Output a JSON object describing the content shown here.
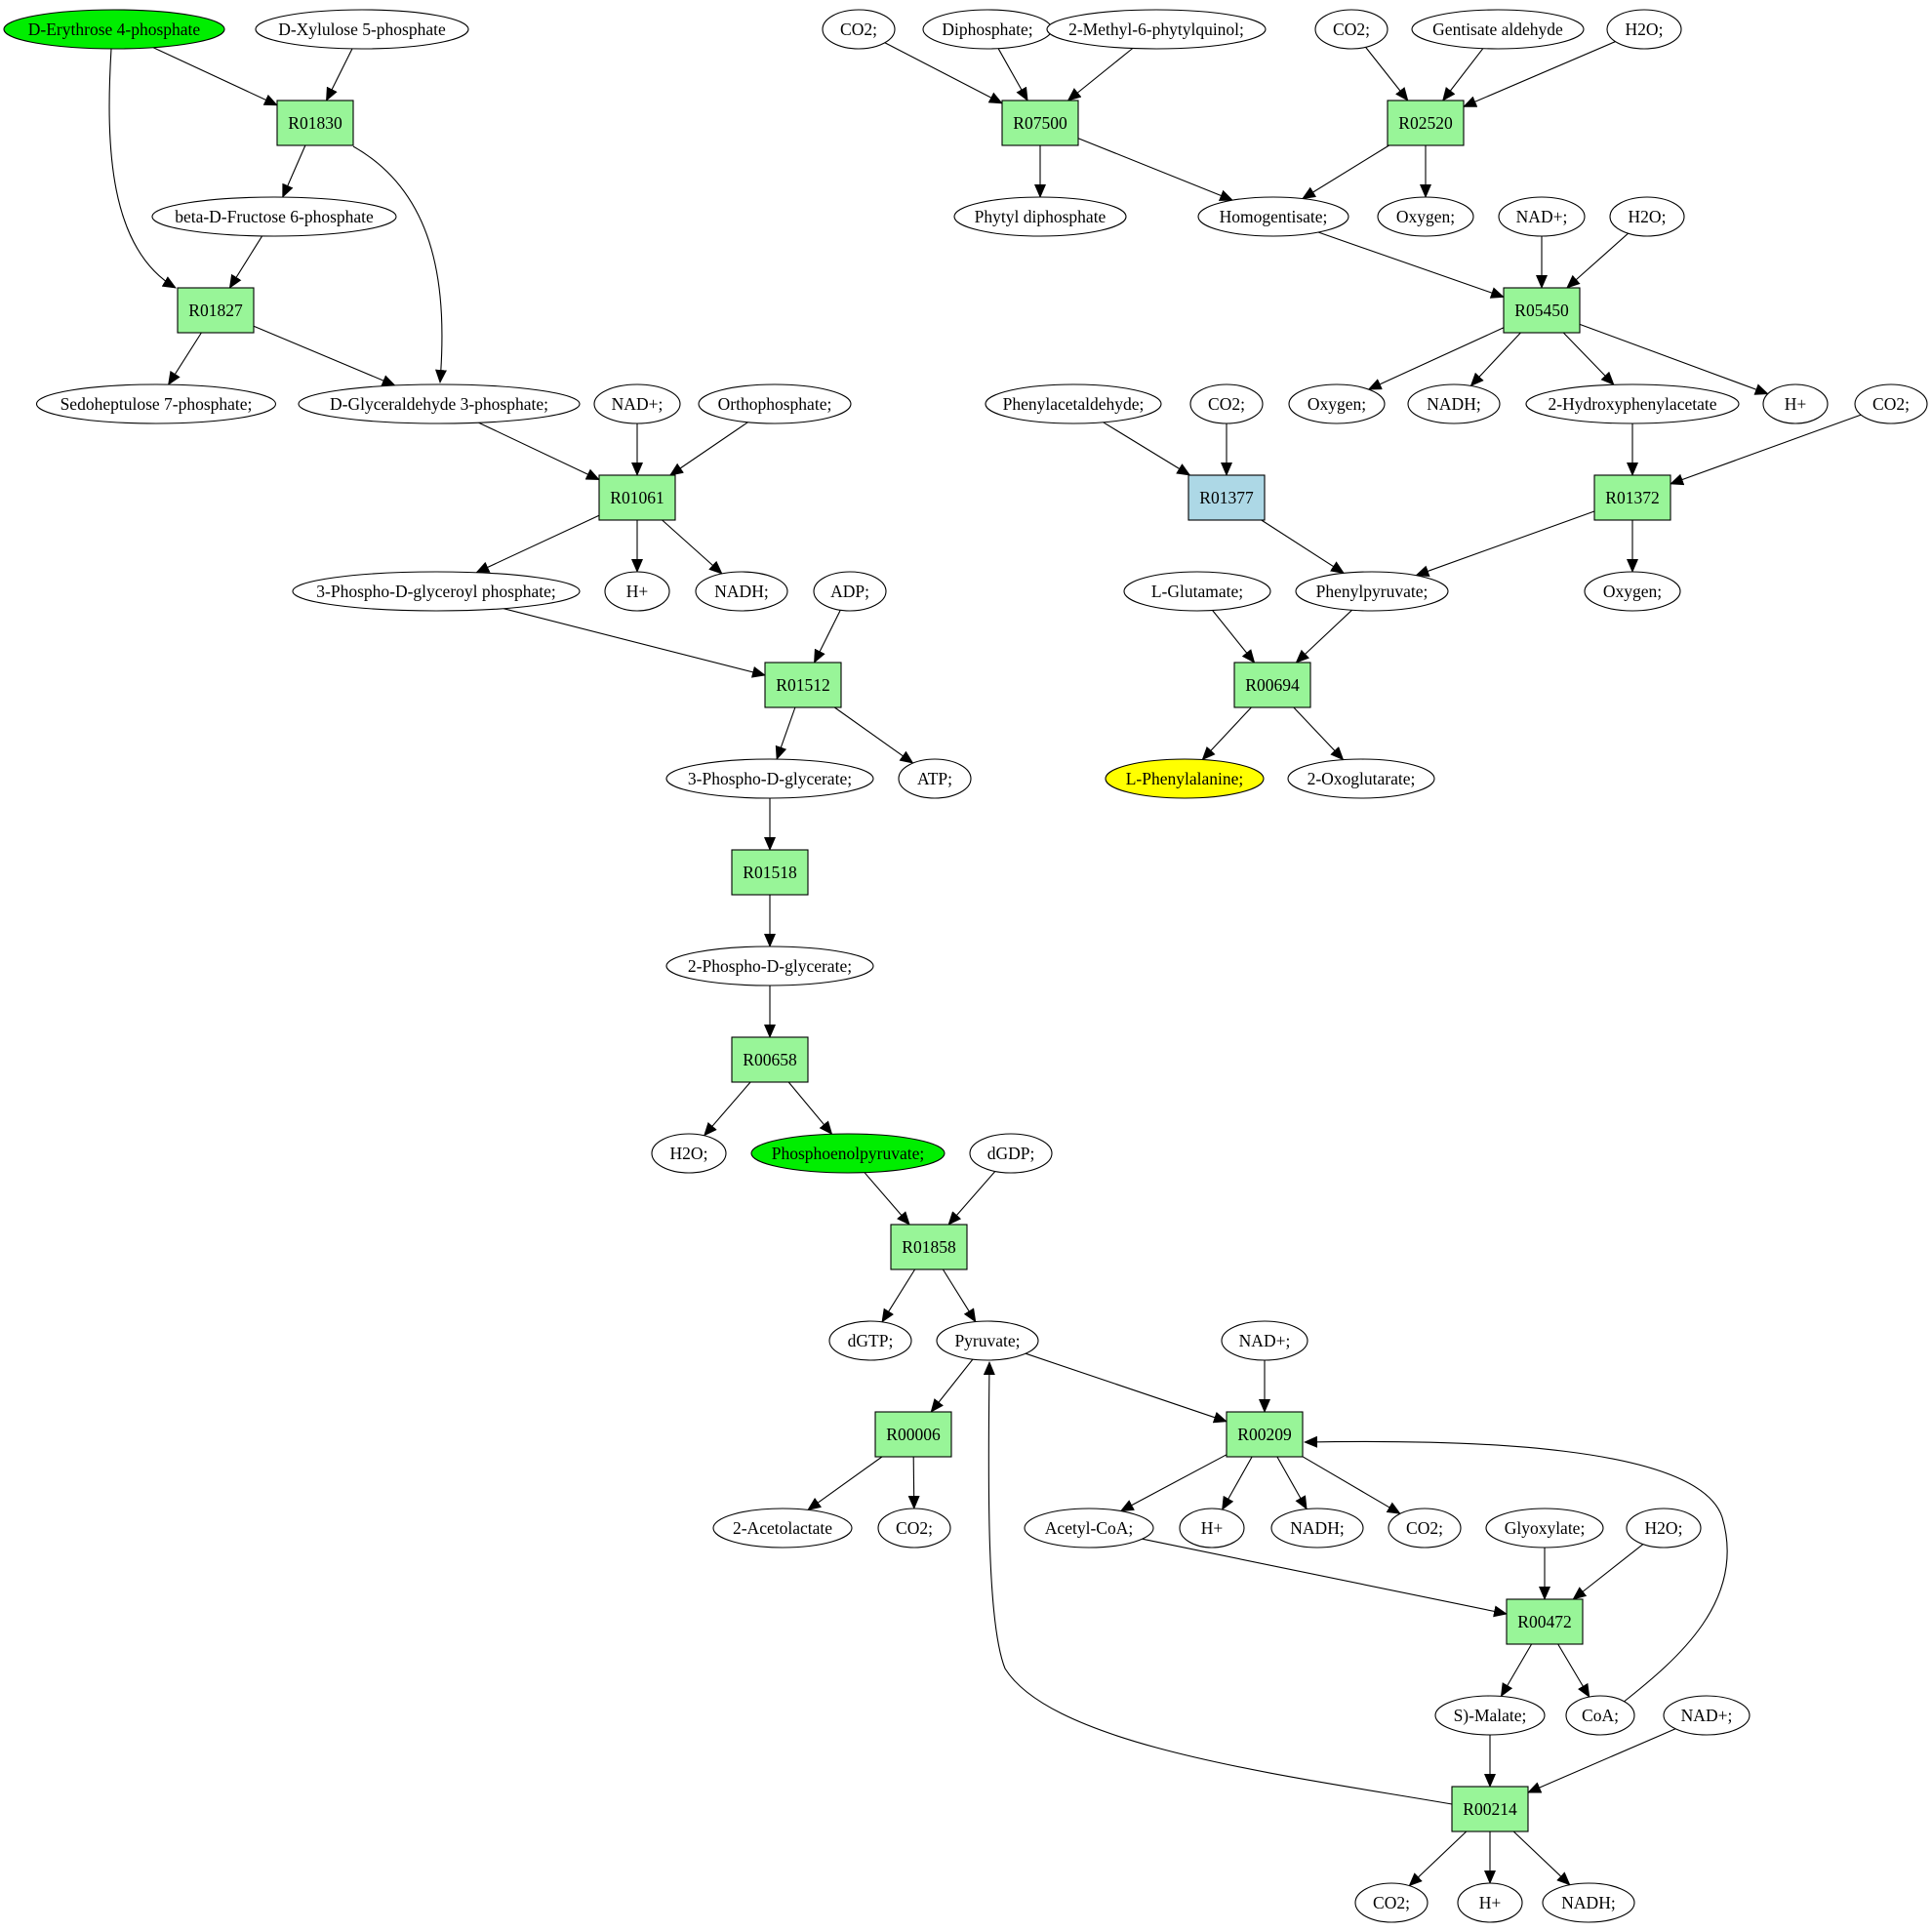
{
  "colors": {
    "reaction": "#98f598",
    "reaction_highlight": "#add8e6",
    "source": "#00ee00",
    "target": "#ffff00",
    "compound": "#ffffff"
  },
  "nodes": [
    {
      "id": "c_e4p",
      "label": "D-Erythrose 4-phosphate",
      "kind": "compound",
      "fill": "source"
    },
    {
      "id": "c_x5p",
      "label": "D-Xylulose 5-phosphate",
      "kind": "compound"
    },
    {
      "id": "r01830",
      "label": "R01830",
      "kind": "reaction"
    },
    {
      "id": "c_f6p",
      "label": "beta-D-Fructose 6-phosphate",
      "kind": "compound"
    },
    {
      "id": "r01827",
      "label": "R01827",
      "kind": "reaction"
    },
    {
      "id": "c_s7p",
      "label": "Sedoheptulose 7-phosphate;",
      "kind": "compound"
    },
    {
      "id": "c_g3p",
      "label": "D-Glyceraldehyde 3-phosphate;",
      "kind": "compound"
    },
    {
      "id": "c_nad1",
      "label": "NAD+;",
      "kind": "compound"
    },
    {
      "id": "c_orthop",
      "label": "Orthophosphate;",
      "kind": "compound"
    },
    {
      "id": "r01061",
      "label": "R01061",
      "kind": "reaction"
    },
    {
      "id": "c_pgp",
      "label": "3-Phospho-D-glyceroyl phosphate;",
      "kind": "compound"
    },
    {
      "id": "c_h1",
      "label": "H+",
      "kind": "compound"
    },
    {
      "id": "c_nadh1",
      "label": "NADH;",
      "kind": "compound"
    },
    {
      "id": "c_adp",
      "label": "ADP;",
      "kind": "compound"
    },
    {
      "id": "r01512",
      "label": "R01512",
      "kind": "reaction"
    },
    {
      "id": "c_3pg",
      "label": "3-Phospho-D-glycerate;",
      "kind": "compound"
    },
    {
      "id": "c_atp",
      "label": "ATP;",
      "kind": "compound"
    },
    {
      "id": "r01518",
      "label": "R01518",
      "kind": "reaction"
    },
    {
      "id": "c_2pg",
      "label": "2-Phospho-D-glycerate;",
      "kind": "compound"
    },
    {
      "id": "r00658",
      "label": "R00658",
      "kind": "reaction"
    },
    {
      "id": "c_h2o1",
      "label": "H2O;",
      "kind": "compound"
    },
    {
      "id": "c_pep",
      "label": "Phosphoenolpyruvate;",
      "kind": "compound",
      "fill": "source"
    },
    {
      "id": "c_dgdp",
      "label": "dGDP;",
      "kind": "compound"
    },
    {
      "id": "r01858",
      "label": "R01858",
      "kind": "reaction"
    },
    {
      "id": "c_dgtp",
      "label": "dGTP;",
      "kind": "compound"
    },
    {
      "id": "c_pyr",
      "label": "Pyruvate;",
      "kind": "compound"
    },
    {
      "id": "r00006",
      "label": "R00006",
      "kind": "reaction"
    },
    {
      "id": "c_acl",
      "label": "2-Acetolactate",
      "kind": "compound"
    },
    {
      "id": "c_co2_1",
      "label": "CO2;",
      "kind": "compound"
    },
    {
      "id": "c_nad2",
      "label": "NAD+;",
      "kind": "compound"
    },
    {
      "id": "r00209",
      "label": "R00209",
      "kind": "reaction"
    },
    {
      "id": "c_accoa",
      "label": "Acetyl-CoA;",
      "kind": "compound"
    },
    {
      "id": "c_h2",
      "label": "H+",
      "kind": "compound"
    },
    {
      "id": "c_nadh2",
      "label": "NADH;",
      "kind": "compound"
    },
    {
      "id": "c_co2_2",
      "label": "CO2;",
      "kind": "compound"
    },
    {
      "id": "c_glyox",
      "label": "Glyoxylate;",
      "kind": "compound"
    },
    {
      "id": "c_h2o2",
      "label": "H2O;",
      "kind": "compound"
    },
    {
      "id": "r00472",
      "label": "R00472",
      "kind": "reaction"
    },
    {
      "id": "c_mal",
      "label": "S)-Malate;",
      "kind": "compound"
    },
    {
      "id": "c_coa",
      "label": "CoA;",
      "kind": "compound"
    },
    {
      "id": "c_nad3",
      "label": "NAD+;",
      "kind": "compound"
    },
    {
      "id": "r00214",
      "label": "R00214",
      "kind": "reaction"
    },
    {
      "id": "c_co2_3",
      "label": "CO2;",
      "kind": "compound"
    },
    {
      "id": "c_h3",
      "label": "H+",
      "kind": "compound"
    },
    {
      "id": "c_nadh3",
      "label": "NADH;",
      "kind": "compound"
    },
    {
      "id": "c_co2_4",
      "label": "CO2;",
      "kind": "compound"
    },
    {
      "id": "c_diph",
      "label": "Diphosphate;",
      "kind": "compound"
    },
    {
      "id": "c_mpq",
      "label": "2-Methyl-6-phytylquinol;",
      "kind": "compound"
    },
    {
      "id": "c_co2_5",
      "label": "CO2;",
      "kind": "compound"
    },
    {
      "id": "c_gald",
      "label": "Gentisate aldehyde",
      "kind": "compound"
    },
    {
      "id": "c_h2o3",
      "label": "H2O;",
      "kind": "compound"
    },
    {
      "id": "r07500",
      "label": "R07500",
      "kind": "reaction"
    },
    {
      "id": "r02520",
      "label": "R02520",
      "kind": "reaction"
    },
    {
      "id": "c_phdp",
      "label": "Phytyl diphosphate",
      "kind": "compound"
    },
    {
      "id": "c_hga",
      "label": "Homogentisate;",
      "kind": "compound"
    },
    {
      "id": "c_oxy1",
      "label": "Oxygen;",
      "kind": "compound"
    },
    {
      "id": "c_nad4",
      "label": "NAD+;",
      "kind": "compound"
    },
    {
      "id": "c_h2o4",
      "label": "H2O;",
      "kind": "compound"
    },
    {
      "id": "r05450",
      "label": "R05450",
      "kind": "reaction"
    },
    {
      "id": "c_phald",
      "label": "Phenylacetaldehyde;",
      "kind": "compound"
    },
    {
      "id": "c_co2_6",
      "label": "CO2;",
      "kind": "compound"
    },
    {
      "id": "c_oxy2",
      "label": "Oxygen;",
      "kind": "compound"
    },
    {
      "id": "c_nadh4",
      "label": "NADH;",
      "kind": "compound"
    },
    {
      "id": "c_2hpa",
      "label": "2-Hydroxyphenylacetate",
      "kind": "compound"
    },
    {
      "id": "c_h4",
      "label": "H+",
      "kind": "compound"
    },
    {
      "id": "c_co2_7",
      "label": "CO2;",
      "kind": "compound"
    },
    {
      "id": "r01377",
      "label": "R01377",
      "kind": "reaction",
      "fill": "reaction_highlight"
    },
    {
      "id": "r01372",
      "label": "R01372",
      "kind": "reaction"
    },
    {
      "id": "c_glu",
      "label": "L-Glutamate;",
      "kind": "compound"
    },
    {
      "id": "c_phpyr",
      "label": "Phenylpyruvate;",
      "kind": "compound"
    },
    {
      "id": "c_oxy3",
      "label": "Oxygen;",
      "kind": "compound"
    },
    {
      "id": "r00694",
      "label": "R00694",
      "kind": "reaction"
    },
    {
      "id": "c_phe",
      "label": "L-Phenylalanine;",
      "kind": "compound",
      "fill": "target"
    },
    {
      "id": "c_2og",
      "label": "2-Oxoglutarate;",
      "kind": "compound"
    }
  ],
  "edges": [
    [
      "c_e4p",
      "r01830"
    ],
    [
      "c_x5p",
      "r01830"
    ],
    [
      "r01830",
      "c_f6p"
    ],
    [
      "r01830",
      "c_g3p"
    ],
    [
      "c_e4p",
      "r01827"
    ],
    [
      "c_f6p",
      "r01827"
    ],
    [
      "r01827",
      "c_s7p"
    ],
    [
      "r01827",
      "c_g3p"
    ],
    [
      "c_g3p",
      "r01061"
    ],
    [
      "c_nad1",
      "r01061"
    ],
    [
      "c_orthop",
      "r01061"
    ],
    [
      "r01061",
      "c_pgp"
    ],
    [
      "r01061",
      "c_h1"
    ],
    [
      "r01061",
      "c_nadh1"
    ],
    [
      "c_pgp",
      "r01512"
    ],
    [
      "c_adp",
      "r01512"
    ],
    [
      "r01512",
      "c_3pg"
    ],
    [
      "r01512",
      "c_atp"
    ],
    [
      "c_3pg",
      "r01518"
    ],
    [
      "r01518",
      "c_2pg"
    ],
    [
      "c_2pg",
      "r00658"
    ],
    [
      "r00658",
      "c_h2o1"
    ],
    [
      "r00658",
      "c_pep"
    ],
    [
      "c_pep",
      "r01858"
    ],
    [
      "c_dgdp",
      "r01858"
    ],
    [
      "r01858",
      "c_dgtp"
    ],
    [
      "r01858",
      "c_pyr"
    ],
    [
      "c_pyr",
      "r00006"
    ],
    [
      "r00006",
      "c_acl"
    ],
    [
      "r00006",
      "c_co2_1"
    ],
    [
      "c_pyr",
      "r00209"
    ],
    [
      "c_nad2",
      "r00209"
    ],
    [
      "r00209",
      "c_accoa"
    ],
    [
      "r00209",
      "c_h2"
    ],
    [
      "r00209",
      "c_nadh2"
    ],
    [
      "r00209",
      "c_co2_2"
    ],
    [
      "c_accoa",
      "r00472"
    ],
    [
      "c_glyox",
      "r00472"
    ],
    [
      "c_h2o2",
      "r00472"
    ],
    [
      "r00472",
      "c_mal"
    ],
    [
      "r00472",
      "c_coa"
    ],
    [
      "c_coa",
      "r00209"
    ],
    [
      "c_mal",
      "r00214"
    ],
    [
      "c_nad3",
      "r00214"
    ],
    [
      "r00214",
      "c_co2_3"
    ],
    [
      "r00214",
      "c_h3"
    ],
    [
      "r00214",
      "c_nadh3"
    ],
    [
      "r00214",
      "c_pyr"
    ],
    [
      "c_co2_4",
      "r07500"
    ],
    [
      "c_diph",
      "r07500"
    ],
    [
      "c_mpq",
      "r07500"
    ],
    [
      "r07500",
      "c_phdp"
    ],
    [
      "r07500",
      "c_hga"
    ],
    [
      "c_co2_5",
      "r02520"
    ],
    [
      "c_gald",
      "r02520"
    ],
    [
      "c_h2o3",
      "r02520"
    ],
    [
      "r02520",
      "c_hga"
    ],
    [
      "r02520",
      "c_oxy1"
    ],
    [
      "c_hga",
      "r05450"
    ],
    [
      "c_nad4",
      "r05450"
    ],
    [
      "c_h2o4",
      "r05450"
    ],
    [
      "r05450",
      "c_oxy2"
    ],
    [
      "r05450",
      "c_nadh4"
    ],
    [
      "r05450",
      "c_2hpa"
    ],
    [
      "r05450",
      "c_h4"
    ],
    [
      "c_phald",
      "r01377"
    ],
    [
      "c_co2_6",
      "r01377"
    ],
    [
      "r01377",
      "c_phpyr"
    ],
    [
      "c_2hpa",
      "r01372"
    ],
    [
      "c_co2_7",
      "r01372"
    ],
    [
      "r01372",
      "c_phpyr"
    ],
    [
      "r01372",
      "c_oxy3"
    ],
    [
      "c_glu",
      "r00694"
    ],
    [
      "c_phpyr",
      "r00694"
    ],
    [
      "r00694",
      "c_phe"
    ],
    [
      "r00694",
      "c_2og"
    ]
  ]
}
